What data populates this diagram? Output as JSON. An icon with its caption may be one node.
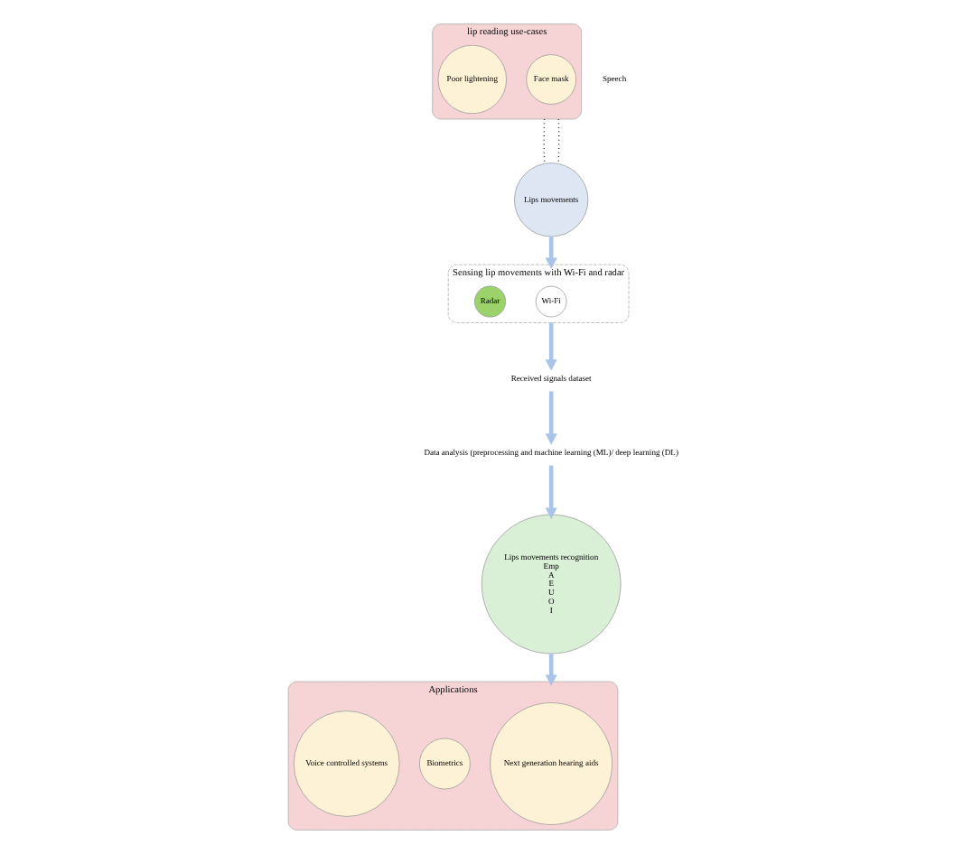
{
  "diagram": {
    "nodes": [
      {
        "text": [
          "Applications"
        ]
      },
      {
        "text": [
          "Next generation hearing aids"
        ],
        "in": 0
      },
      {
        "text": [
          "Biometrics"
        ],
        "in": 0
      },
      {
        "text": [
          "Voice controlled systems"
        ],
        "in": 0
      },
      {
        "text": [
          "lip reading use-cases"
        ]
      },
      {
        "text": [
          "Face mask"
        ],
        "in": 4
      },
      {
        "text": [
          "Poor lightening"
        ],
        "in": 4
      },
      {
        "text": [
          "Lips movements"
        ]
      },
      {
        "text": [
          "Sensing lip movements with Wi-Fi and radar"
        ]
      },
      {
        "text": [
          "Wi-Fi"
        ],
        "in": 8
      },
      {
        "text": [
          "Radar"
        ],
        "in": 8
      },
      {
        "text": [
          "Received signals dataset"
        ]
      },
      {
        "text": [
          "Data analysis (preprocessing and machine learning (ML)/ deep learning (DL)"
        ]
      },
      {
        "text": [
          "Lips movements recognition",
          "Emp",
          "A",
          "E",
          "U",
          "O",
          "I"
        ]
      }
    ],
    "edges": [
      {
        "from": 4,
        "to": 7,
        "arrow": "none",
        "style": "dashed",
        "color": "#000000"
      },
      {
        "from": 4,
        "to": 7,
        "arrow": "none",
        "style": "dashed",
        "color": "#000000"
      },
      {
        "from": 7,
        "to": 8,
        "arrow": "to"
      },
      {
        "from": 8,
        "to": 11,
        "arrow": "to"
      },
      {
        "from": 11,
        "to": 12,
        "arrow": "to"
      },
      {
        "from": 12,
        "to": 13,
        "arrow": "to"
      },
      {
        "from": 13,
        "to": 0,
        "arrow": "to"
      }
    ],
    "labels": [
      "Speech"
    ]
  }
}
